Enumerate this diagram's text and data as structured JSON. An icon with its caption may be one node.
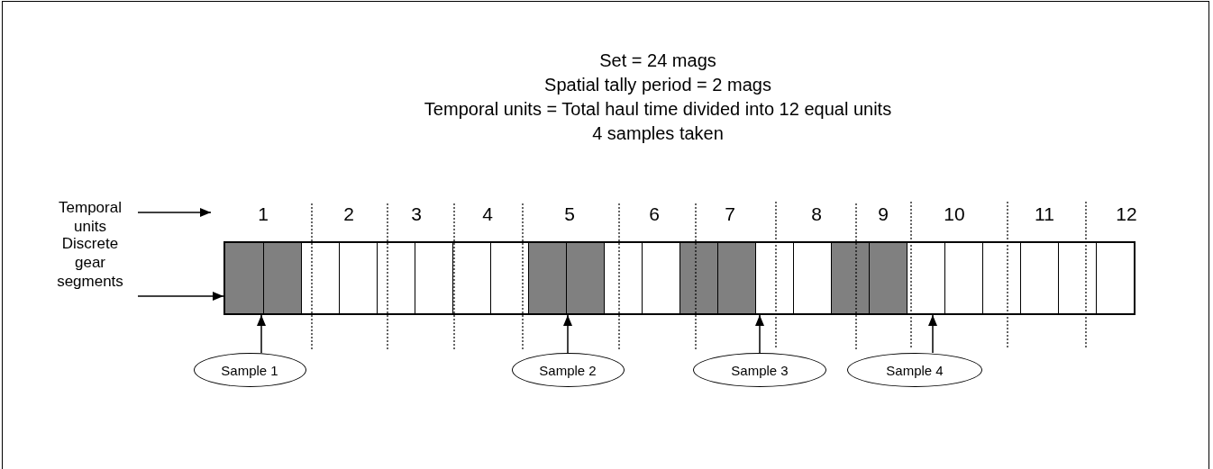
{
  "diagram": {
    "nodes": [
      {
        "text": [
          "Temporal units"
        ]
      },
      {
        "text": [
          "Discrete gear segments"
        ]
      },
      {
        "text": [],
        "shape": "bar"
      },
      {
        "text": [],
        "shape": "box",
        "in": 2
      },
      {
        "text": [],
        "shape": "box",
        "in": 2
      },
      {
        "text": [],
        "shape": "box",
        "in": 2
      },
      {
        "text": [],
        "shape": "box",
        "in": 2
      },
      {
        "text": [],
        "shape": "box",
        "in": 2
      },
      {
        "text": [],
        "shape": "box",
        "in": 2
      },
      {
        "text": [],
        "shape": "box",
        "in": 2
      },
      {
        "text": [],
        "shape": "box",
        "in": 2
      },
      {
        "text": [],
        "shape": "box",
        "in": 2
      },
      {
        "text": [],
        "shape": "box",
        "in": 2
      },
      {
        "text": [],
        "shape": "box",
        "in": 2
      },
      {
        "text": [],
        "shape": "box",
        "in": 2
      },
      {
        "text": [],
        "shape": "box",
        "in": 2
      },
      {
        "text": [],
        "shape": "box",
        "in": 2
      },
      {
        "text": [],
        "shape": "box",
        "in": 2
      },
      {
        "text": [],
        "shape": "box",
        "in": 2
      },
      {
        "text": [],
        "shape": "box",
        "in": 2
      },
      {
        "text": [],
        "shape": "box",
        "in": 2
      },
      {
        "text": [],
        "shape": "box",
        "in": 2
      },
      {
        "text": [],
        "shape": "box",
        "in": 2
      },
      {
        "text": [],
        "shape": "box",
        "in": 2
      },
      {
        "text": [],
        "shape": "box",
        "in": 2
      },
      {
        "text": [],
        "shape": "box",
        "in": 2
      },
      {
        "text": [],
        "shape": "box",
        "in": 2
      },
      {
        "text": [
          "Sample 1"
        ]
      },
      {
        "text": [
          "Sample 2"
        ]
      },
      {
        "text": [
          "Sample 3"
        ]
      },
      {
        "text": [
          "Sample 4"
        ]
      }
    ],
    "edges": [
      {
        "from": 0,
        "to": null,
        "arrow": "to"
      },
      {
        "from": 1,
        "to": 2,
        "arrow": "to"
      },
      {
        "from": 27,
        "to": 3,
        "arrow": "to"
      },
      {
        "from": 28,
        "to": 11,
        "arrow": "to"
      },
      {
        "from": 29,
        "to": 16,
        "arrow": "to"
      },
      {
        "from": 30,
        "to": 20,
        "arrow": "to"
      }
    ],
    "labels": [
      "Set = 24 mags",
      "Spatial tally period = 2 mags",
      "Temporal units = Total haul time divided into 12 equal units",
      "4 samples taken",
      "1",
      "2",
      "3",
      "4",
      "5",
      "6",
      "7",
      "8",
      "9",
      "10",
      "11",
      "12"
    ]
  }
}
